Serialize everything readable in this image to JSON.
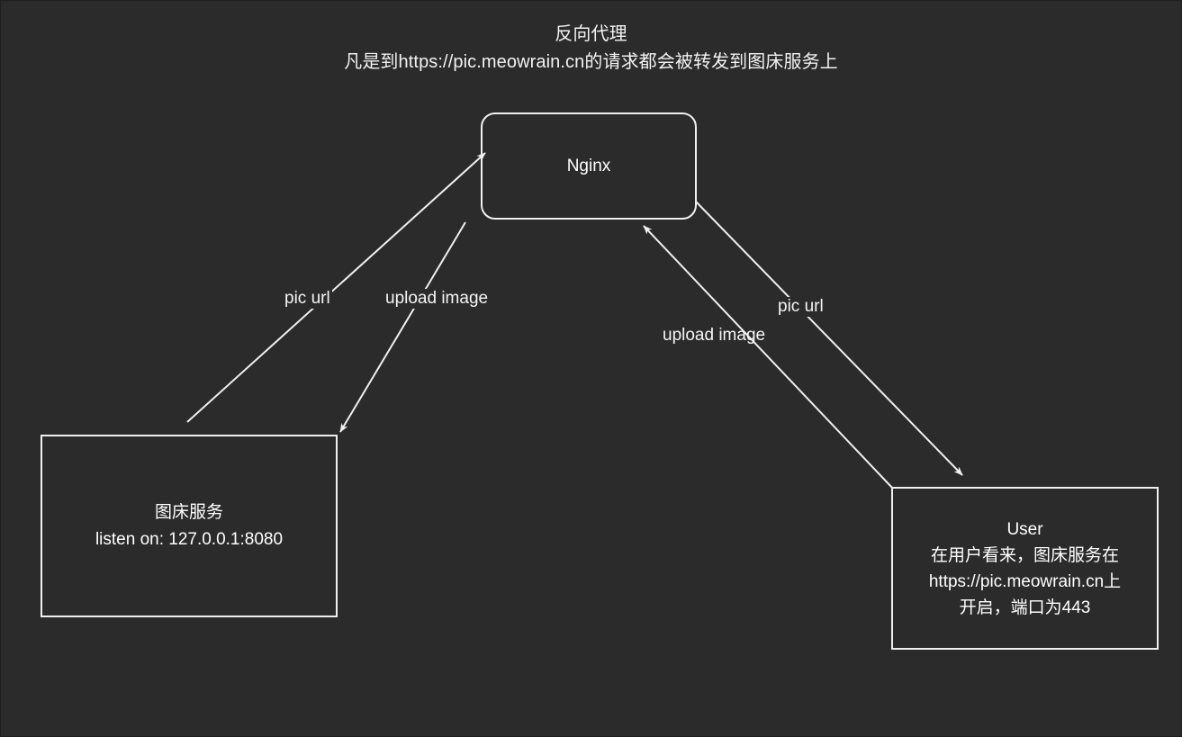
{
  "diagram": {
    "title": {
      "line1": "反向代理",
      "line2": "凡是到https://pic.meowrain.cn的请求都会被转发到图床服务上"
    },
    "background_color": "#2b2b2b",
    "stroke_color": "#f0f0f0",
    "text_color": "#ffffff",
    "nodes": [
      {
        "id": "nginx",
        "label": "Nginx",
        "shape": "rounded-rect"
      },
      {
        "id": "image-hosting-service",
        "line1": "图床服务",
        "line2": "listen on: 127.0.0.1:8080",
        "shape": "rect"
      },
      {
        "id": "user",
        "line1": "User",
        "line2": "在用户看来，图床服务在",
        "line3": "https://pic.meowrain.cn上",
        "line4": "开启，端口为443",
        "shape": "rect"
      }
    ],
    "edges": [
      {
        "id": "imgsvc-to-nginx-picurl",
        "label": "pic url",
        "from": "image-hosting-service",
        "to": "nginx",
        "arrow": "end"
      },
      {
        "id": "nginx-to-imgsvc-upload",
        "label": "upload image",
        "from": "nginx",
        "to": "image-hosting-service",
        "arrow": "end"
      },
      {
        "id": "nginx-to-user-picurl",
        "label": "pic url",
        "from": "nginx",
        "to": "user",
        "arrow": "end"
      },
      {
        "id": "user-to-nginx-upload",
        "label": "upload image",
        "from": "user",
        "to": "nginx",
        "arrow": "end"
      }
    ]
  }
}
